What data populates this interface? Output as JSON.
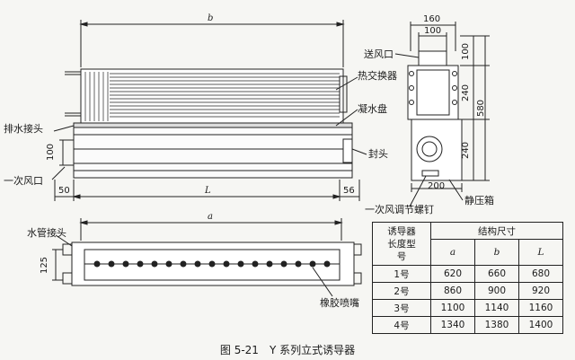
{
  "labels": {
    "supply_outlet": "送风口",
    "heat_exchanger": "热交换器",
    "drain_pan": "凝水盘",
    "drain_connector": "排水接头",
    "primary_air_inlet": "一次风口",
    "end_cap": "封头",
    "static_box": "静压箱",
    "primary_air_screw": "一次风调节螺钉",
    "water_pipe_connector": "水管接头",
    "rubber_nozzle": "橡胶喷嘴"
  },
  "dimensions": {
    "b": "b",
    "L": "L",
    "a": "a",
    "d50": "50",
    "d56": "56",
    "d100_inlet": "100",
    "d160": "160",
    "d100_top": "100",
    "d100_right": "100",
    "d240_upper": "240",
    "d240_lower": "240",
    "d580": "580",
    "d200": "200",
    "d125": "125"
  },
  "table": {
    "header_model": "诱导器长度型号",
    "header_dims": "结构尺寸",
    "columns": [
      "a",
      "b",
      "L"
    ],
    "rows": [
      {
        "model": "1号",
        "a": "620",
        "b": "660",
        "L": "680"
      },
      {
        "model": "2号",
        "a": "860",
        "b": "900",
        "L": "920"
      },
      {
        "model": "3号",
        "a": "1100",
        "b": "1140",
        "L": "1160"
      },
      {
        "model": "4号",
        "a": "1340",
        "b": "1380",
        "L": "1400"
      }
    ]
  },
  "caption": "图 5-21　Y 系列立式诱导器"
}
